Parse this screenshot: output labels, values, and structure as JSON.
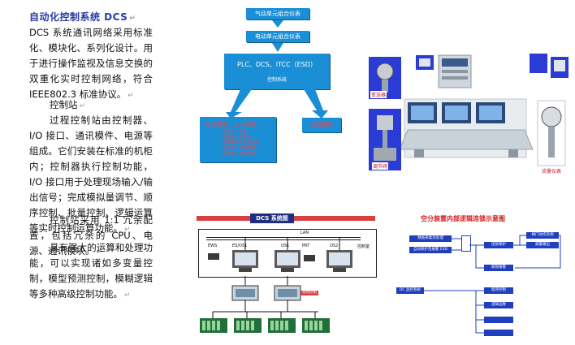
{
  "doc": {
    "title": "自动化控制系统 DCS",
    "paragraphs": [
      "DCS 系统通讯网络采用标准化、模块化、系列化设计。用于进行操作监视及信息交换的双重化实时控制网络，符合 IEEE802.3 标准协议。",
      "控制站",
      "过程控制站由控制器、I/O 接口、通讯模件、电源等组成。它们安装在标准的机柜内；控制器执行控制功能，I/O 接口用于处理现场输入/输出信号；完成模拟量调节、顺序控制、批量控制、逻辑运算等实时控制运算功能。",
      "控制站采用 1:1 冗余配置，包括冗余的 CPU、电源、通讯模块。",
      "具有强大的运算和处理功能，可以实现诸如多变量控制，模型预测控制，模糊逻辑等多种高级控制功能。"
    ],
    "para_mark": "↵"
  },
  "flowchart": {
    "box1": "气动单元组合仪表",
    "box2": "电动单元组合仪表",
    "box3_line1": "PLC、DCS、ITCC（ESD）",
    "box3_line2": "控制系统",
    "box4_lines": [
      "先进控制、无人操控：",
      "自动开、停车",
      "自适应工况操作",
      "故障判断及处理功能",
      "最优运行状态控制",
      "最优运行状态控制"
    ],
    "box5": "远程操控"
  },
  "photos": {
    "labels": [
      "变送器",
      "调节阀",
      "流量仪表"
    ]
  },
  "dcs": {
    "title": "DCS 系统图",
    "lan_label": "LAN",
    "room_label": "控制室",
    "stations": [
      "EWS",
      "ES/OS1",
      "OS1",
      "PRT",
      "OS2"
    ],
    "right_label": "现场控制站"
  },
  "airsep": {
    "title": "空分装置内部逻辑连锁示意图",
    "left_boxes": [
      "数据采集及处理",
      "自动保护及报警 ESD",
      "DC 监控系统"
    ],
    "right_boxes": [
      "阀门动作检测",
      "连锁保护",
      "联锁报警",
      "程序控制",
      "报警输出",
      "逻辑运算"
    ]
  }
}
